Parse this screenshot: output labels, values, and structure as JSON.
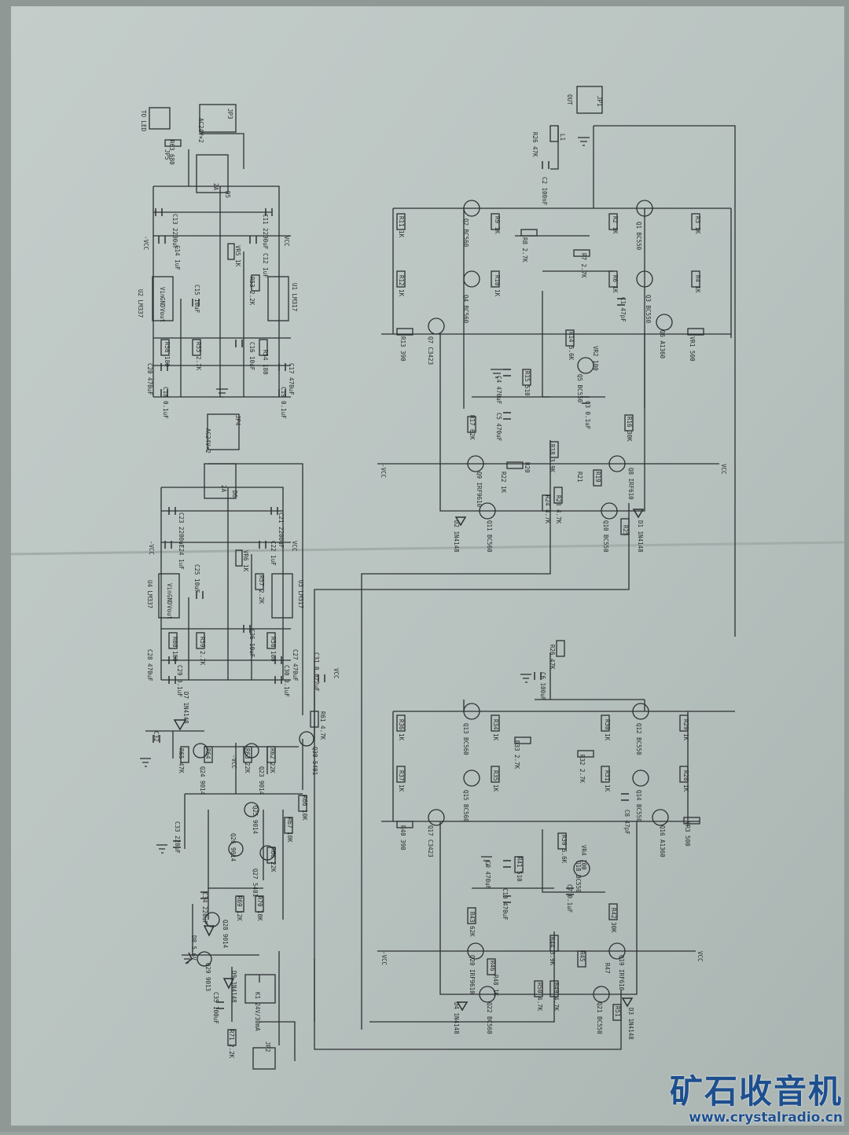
{
  "watermark": {
    "title": "矿石收音机",
    "url": "www.crystalradio.cn"
  },
  "colors": {
    "paper": "#b7c1bd",
    "ink": "#2d3033",
    "watermark": "#1d4f8f"
  },
  "upper_power_supply": {
    "labels": [
      "TO LED",
      "JP5",
      "R63 680",
      "JP3",
      "AC24V×2",
      "D5",
      "2A",
      "C13 2200uF",
      "C11 2200uF",
      "VR5 1K",
      "C12 1uF",
      "C14 1uF",
      "C15 10uF",
      "R53 2.2K",
      "U2 LM337",
      "U1 LM317",
      "R56 180",
      "R55 2.7K",
      "C16 10uF",
      "R54 180",
      "C17 470uF",
      "C20 470uF",
      "C18 0.1uF",
      "C19 0.1uF",
      "-VCC",
      "VCC",
      "Vin",
      "GND",
      "Vout"
    ]
  },
  "lower_power_supply": {
    "labels": [
      "JP4",
      "AC24V×2",
      "D6",
      "2A",
      "C23 2200uF",
      "C21 2200uF",
      "VR6 1K",
      "C22 1uF",
      "C24 1uF",
      "C25 10uF",
      "R57 2.2K",
      "U4 LM337",
      "U3 LM317",
      "R60 180",
      "R59 2.7K",
      "C26 10uF",
      "R58 180",
      "C27 470uF",
      "C28 470uF",
      "C29 0.1uF",
      "C30 0.1uF",
      "-VCC",
      "VCC",
      "Vin",
      "GND",
      "Vout"
    ]
  },
  "protection_circuit": {
    "labels": [
      "C31 0.022uF",
      "R61 4.7K",
      "D7 1N4148",
      "C32",
      "R65 47K",
      "R64",
      "R63 22K",
      "R62 22K",
      "Q24 9014",
      "Q23 9014",
      "Q30 5401",
      "R66 10K",
      "R67 10K",
      "Q25 9014",
      "Q26 9014",
      "R68 22K",
      "Q27 5401",
      "C33 220uF",
      "C34 220uF",
      "R69 12K",
      "R70 10K",
      "Q28 9014",
      "D8 5.6V",
      "Q29 9013",
      "D9 1N4148",
      "C35 100uF",
      "K1 24V/30mA",
      "R71 2.2K",
      "JP2",
      "-VCC",
      "VCC"
    ]
  },
  "upper_amplifier": {
    "labels": [
      "JP1",
      "OUT",
      "L1",
      "R26 47K",
      "C2 100nF",
      "R11 1K",
      "Q2 BC560",
      "R9 1K",
      "R8 2.7K",
      "R2 1K",
      "Q1 BC550",
      "R3 1K",
      "R7 2.7K",
      "R12 1K",
      "R10 1K",
      "R6 1K",
      "R4 1K",
      "Q4 BC560",
      "Q3 BC550",
      "C1 47pF",
      "R13 390",
      "Q7 C3423",
      "R14 5.6K",
      "VR2 100",
      "Q6 A1360",
      "VR1 500",
      "R15 510",
      "C4 470uF",
      "Q5 BC550",
      "C3 0.1uF",
      "C5 470uF",
      "R17 62K",
      "R16 30K",
      "R18 3.9K",
      "R20",
      "R19",
      "Q8 IRF610",
      "Q9 IRF9610",
      "R22 1K",
      "R21",
      "R24 4.7K",
      "R23 4.7K",
      "D2 1N4148",
      "Q11 BC560",
      "Q10 BC550",
      "R25",
      "D1 1N4148",
      "-VCC",
      "VCC"
    ]
  },
  "lower_amplifier": {
    "labels": [
      "R26 47K",
      "C6 100uF",
      "R36 1K",
      "Q13 BC560",
      "R34 1K",
      "R33 2.7K",
      "R30 1K",
      "Q12 BC550",
      "R29 1K",
      "R32 2.7K",
      "R37 1K",
      "R35 1K",
      "R31 1K",
      "R28 1K",
      "Q15 BC560",
      "Q14 BC550",
      "C8 47pF",
      "R40 390",
      "Q17 C3423",
      "R39 5.6K",
      "VR4 100",
      "Q16 A1360",
      "VR3 500",
      "R41 510",
      "C9 470uF",
      "Q18 BC550",
      "C10 470uF",
      "C7 0.1uF",
      "R43 62K",
      "R42 30K",
      "R44 3.9K",
      "Q20 IRF9610",
      "Q19 IRF610",
      "R46",
      "R45",
      "R48 1K",
      "R47",
      "R50 4.7K",
      "R49 4.7K",
      "D4 1N4148",
      "Q22 BC560",
      "Q21 BC550",
      "R51",
      "D3 1N4148",
      "-VCC",
      "VCC"
    ]
  }
}
